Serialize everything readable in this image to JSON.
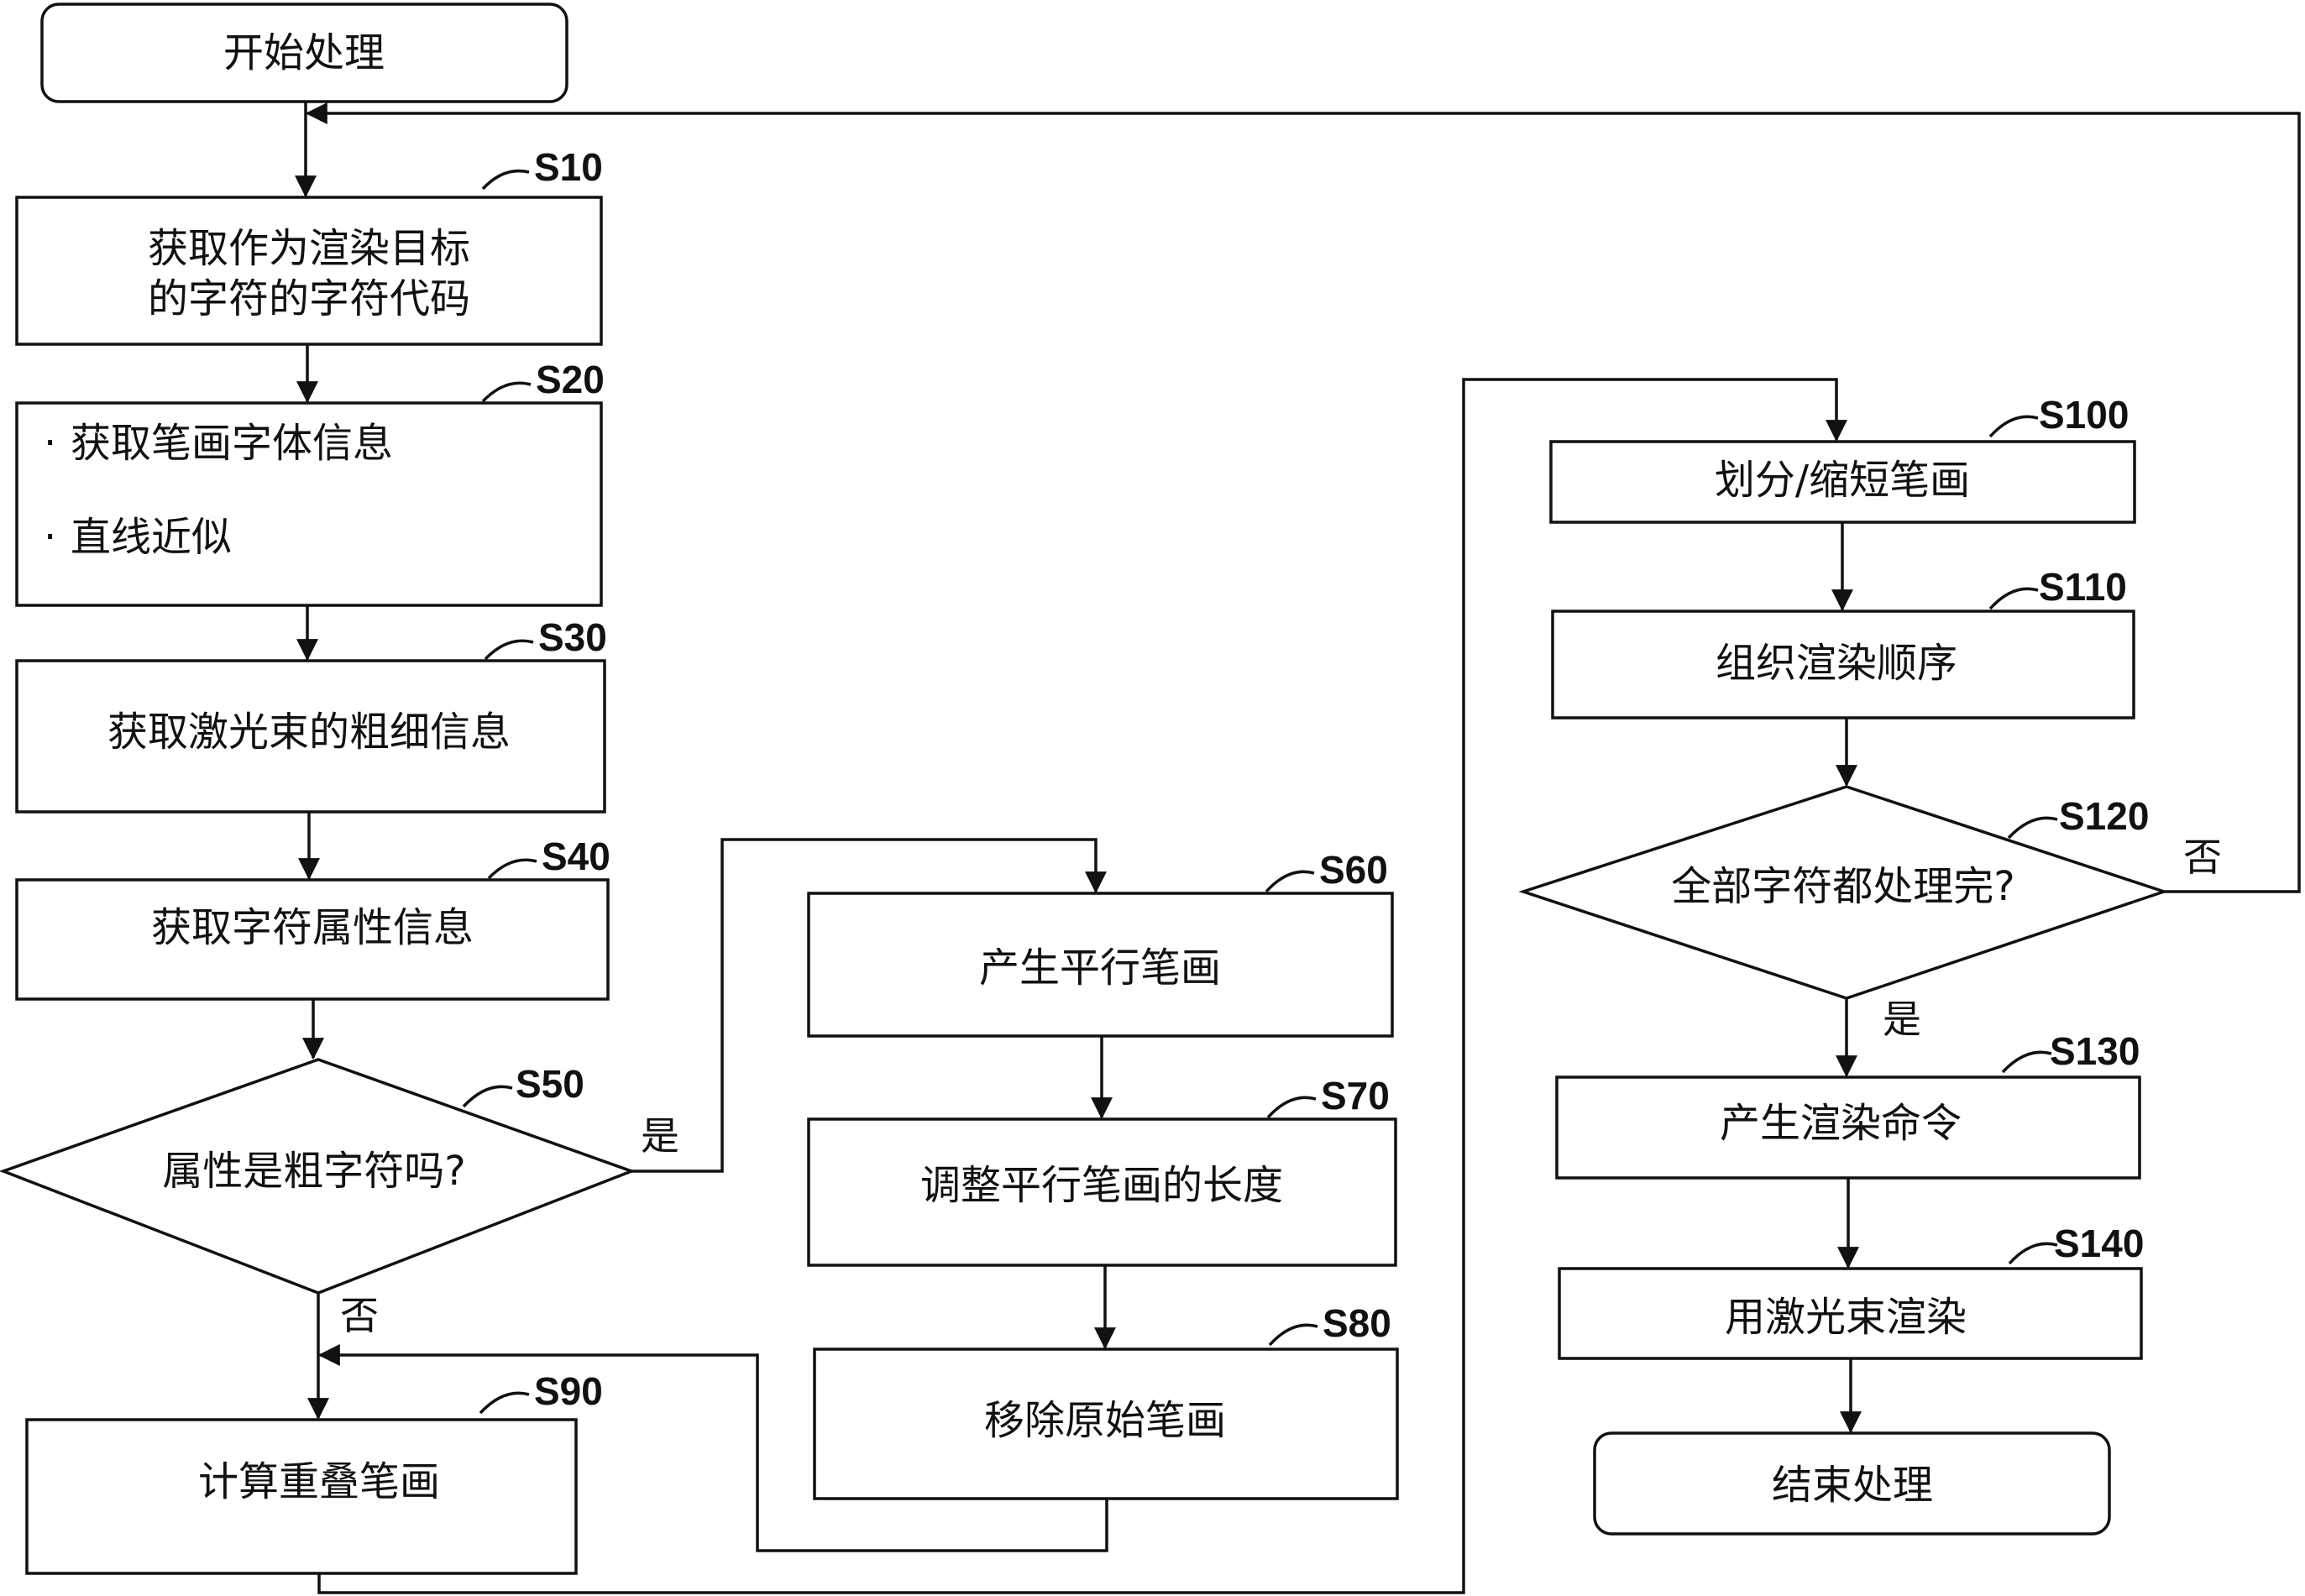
{
  "flowchart": {
    "start": "开始处理",
    "end": "结束处理",
    "steps": {
      "s10": {
        "id": "S10",
        "line1": "获取作为渲染目标",
        "line2": "的字符的字符代码"
      },
      "s20": {
        "id": "S20",
        "item1": "获取笔画字体信息",
        "item2": "直线近似",
        "bullet": "·"
      },
      "s30": {
        "id": "S30",
        "text": "获取激光束的粗细信息"
      },
      "s40": {
        "id": "S40",
        "text": "获取字符属性信息"
      },
      "s50": {
        "id": "S50",
        "text": "属性是粗字符吗?"
      },
      "s60": {
        "id": "S60",
        "text": "产生平行笔画"
      },
      "s70": {
        "id": "S70",
        "text": "调整平行笔画的长度"
      },
      "s80": {
        "id": "S80",
        "text": "移除原始笔画"
      },
      "s90": {
        "id": "S90",
        "text": "计算重叠笔画"
      },
      "s100": {
        "id": "S100",
        "text": "划分/缩短笔画"
      },
      "s110": {
        "id": "S110",
        "text": "组织渲染顺序"
      },
      "s120": {
        "id": "S120",
        "text": "全部字符都处理完?"
      },
      "s130": {
        "id": "S130",
        "text": "产生渲染命令"
      },
      "s140": {
        "id": "S140",
        "text": "用激光束渲染"
      }
    },
    "branches": {
      "s50_yes": "是",
      "s50_no": "否",
      "s120_yes": "是",
      "s120_no": "否"
    }
  }
}
